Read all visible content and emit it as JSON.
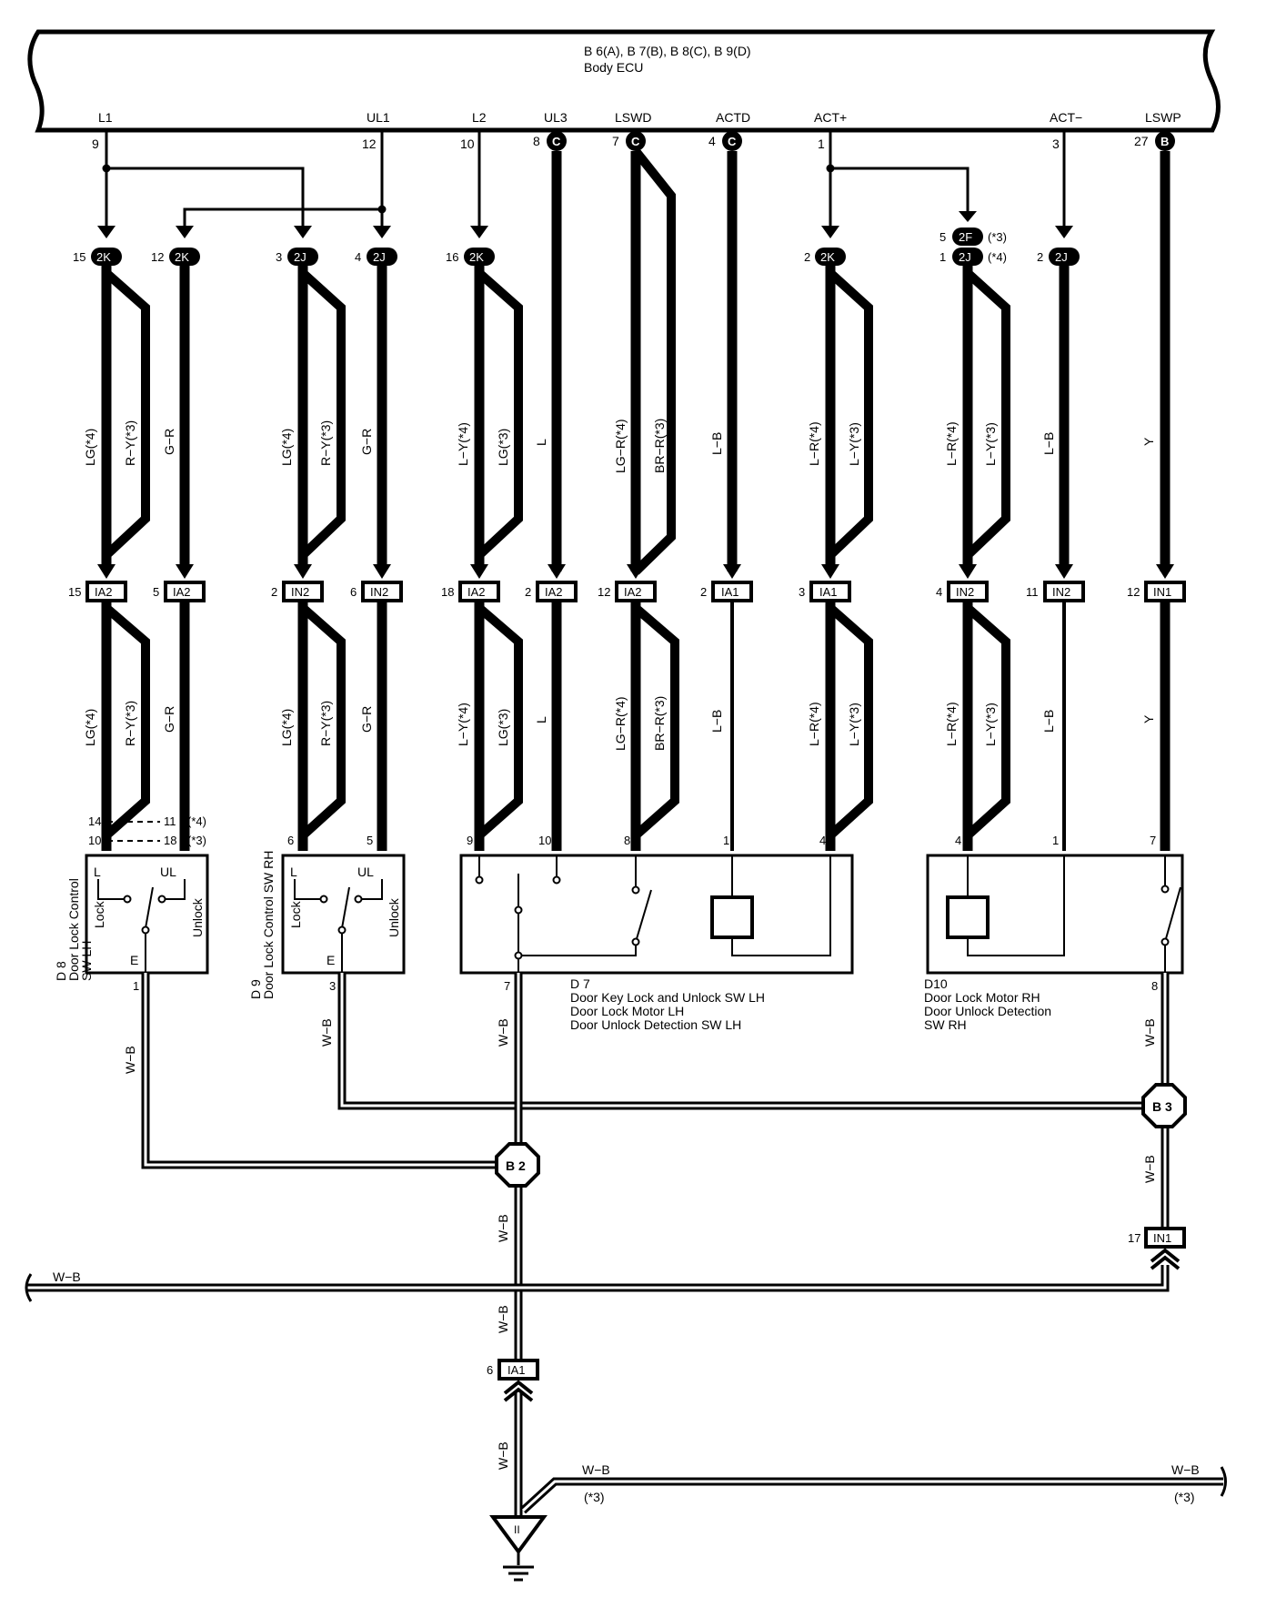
{
  "ecu": {
    "title": "B 6(A), B 7(B), B 8(C), B 9(D)",
    "subtitle": "Body ECU"
  },
  "ecu_terminals": [
    {
      "label": "L1",
      "pin": "9",
      "conn": ""
    },
    {
      "label": "UL1",
      "pin": "12",
      "conn": ""
    },
    {
      "label": "L2",
      "pin": "10",
      "conn": ""
    },
    {
      "label": "UL3",
      "pin": "8",
      "conn": "C"
    },
    {
      "label": "LSWD",
      "pin": "7",
      "conn": "C"
    },
    {
      "label": "ACTD",
      "pin": "4",
      "conn": "C"
    },
    {
      "label": "ACT+",
      "pin": "1",
      "conn": ""
    },
    {
      "label": "ACT−",
      "pin": "3",
      "conn": ""
    },
    {
      "label": "LSWP",
      "pin": "27",
      "conn": "B"
    }
  ],
  "junctions_top": [
    {
      "pin": "15",
      "code": "2K"
    },
    {
      "pin": "12",
      "code": "2K"
    },
    {
      "pin": "3",
      "code": "2J"
    },
    {
      "pin": "4",
      "code": "2J"
    },
    {
      "pin": "16",
      "code": "2K"
    },
    {
      "pin": "2",
      "code": "2K"
    },
    {
      "pin": "5",
      "code": "2F",
      "note": "(*3)"
    },
    {
      "pin": "1",
      "code": "2J",
      "note": "(*4)"
    },
    {
      "pin": "2",
      "code": "2J"
    }
  ],
  "junctions_mid": [
    {
      "pin": "15",
      "code": "IA2"
    },
    {
      "pin": "5",
      "code": "IA2"
    },
    {
      "pin": "2",
      "code": "IN2"
    },
    {
      "pin": "6",
      "code": "IN2"
    },
    {
      "pin": "18",
      "code": "IA2"
    },
    {
      "pin": "2",
      "code": "IA2"
    },
    {
      "pin": "12",
      "code": "IA2"
    },
    {
      "pin": "2",
      "code": "IA1"
    },
    {
      "pin": "3",
      "code": "IA1"
    },
    {
      "pin": "4",
      "code": "IN2"
    },
    {
      "pin": "11",
      "code": "IN2"
    },
    {
      "pin": "12",
      "code": "IN1"
    }
  ],
  "wire_colors": [
    "LG(*4)",
    "R−Y(*3)",
    "G−R",
    "L−Y(*4)",
    "LG(*3)",
    "L",
    "LG−R(*4)",
    "BR−R(*3)",
    "L−B",
    "L−R(*4)",
    "L−Y(*3)",
    "Y",
    "W−B"
  ],
  "d8": {
    "code": "D 8",
    "name1": "Door Lock Control",
    "name2": "SW LH",
    "t_l": "L",
    "t_ul": "UL",
    "lock": "Lock",
    "unlock": "Unlock",
    "e": "E",
    "pin_bottom": "1",
    "dash1_left": "14",
    "dash1_right": "11",
    "dash1_note": "(*4)",
    "dash2_left": "10",
    "dash2_right": "18",
    "dash2_note": "(*3)"
  },
  "d9": {
    "code": "D 9",
    "name": "Door Lock Control SW RH",
    "t_l": "L",
    "t_ul": "UL",
    "lock": "Lock",
    "unlock": "Unlock",
    "e": "E",
    "pin_left": "6",
    "pin_right": "5",
    "pin_bottom": "3"
  },
  "d7": {
    "code": "D 7",
    "line1": "Door Key Lock and Unlock SW LH",
    "line2": "Door Lock Motor LH",
    "line3": "Door Unlock Detection SW LH",
    "pins_top": [
      "9",
      "10",
      "8",
      "1",
      "4"
    ],
    "pin_bottom": "7"
  },
  "d10": {
    "code": "D10",
    "line1": "Door Lock Motor RH",
    "line2": "Door Unlock Detection",
    "line3": "SW RH",
    "pins_top": [
      "4",
      "1",
      "7"
    ],
    "pin_bottom": "8"
  },
  "splices": [
    {
      "label": "B 2"
    },
    {
      "label": "B 3"
    }
  ],
  "bottom_connectors": [
    {
      "pin": "17",
      "code": "IN1"
    },
    {
      "pin": "6",
      "code": "IA1"
    }
  ],
  "ground": {
    "label": "II"
  },
  "notes": {
    "star3": "(*3)"
  }
}
